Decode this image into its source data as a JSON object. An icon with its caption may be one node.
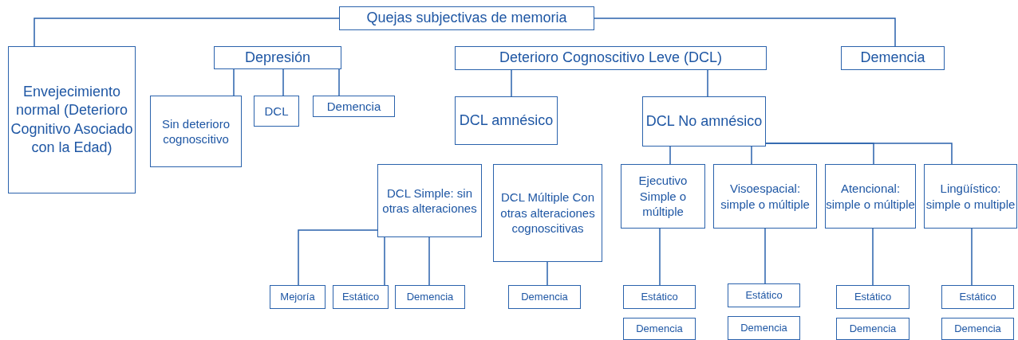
{
  "diagram": {
    "nodes": [
      {
        "text": [
          "Quejas subjectivas de memoria"
        ]
      },
      {
        "text": [
          "Envejecimiento normal (Deterioro Cognitivo Asociado con la Edad)"
        ]
      },
      {
        "text": [
          "Depresión"
        ]
      },
      {
        "text": [
          "Deterioro Cognoscitivo Leve (DCL)"
        ]
      },
      {
        "text": [
          "Demencia"
        ]
      },
      {
        "text": [
          "Sin deterioro cognoscitivo"
        ]
      },
      {
        "text": [
          "DCL"
        ]
      },
      {
        "text": [
          "Demencia"
        ]
      },
      {
        "text": [
          "DCL amnésico"
        ]
      },
      {
        "text": [
          "DCL No amnésico"
        ]
      },
      {
        "text": [
          "DCL Simple: sin otras alteraciones"
        ]
      },
      {
        "text": [
          "DCL Múltiple Con otras alteraciones cognoscitivas"
        ]
      },
      {
        "text": [
          "Ejecutivo Simple o múltiple"
        ]
      },
      {
        "text": [
          "Visoespacial: simple o múltiple"
        ]
      },
      {
        "text": [
          "Atencional: simple o múltiple"
        ]
      },
      {
        "text": [
          "Lingüístico: simple o multiple"
        ]
      },
      {
        "text": [
          "Mejoría"
        ]
      },
      {
        "text": [
          "Estático"
        ]
      },
      {
        "text": [
          "Demencia"
        ]
      },
      {
        "text": [
          "Demencia"
        ]
      },
      {
        "text": [
          "Estático"
        ]
      },
      {
        "text": [
          "Demencia"
        ]
      },
      {
        "text": [
          "Estático"
        ]
      },
      {
        "text": [
          "Demencia"
        ]
      },
      {
        "text": [
          "Estático"
        ]
      },
      {
        "text": [
          "Demencia"
        ]
      },
      {
        "text": [
          "Estático"
        ]
      },
      {
        "text": [
          "Demencia"
        ]
      }
    ],
    "edges": [
      {
        "from": 0,
        "to": 1,
        "arrow": "none"
      },
      {
        "from": 0,
        "to": 4,
        "arrow": "none"
      },
      {
        "from": 2,
        "to": 5,
        "arrow": "none"
      },
      {
        "from": 2,
        "to": 6,
        "arrow": "none"
      },
      {
        "from": 2,
        "to": 7,
        "arrow": "none"
      },
      {
        "from": 3,
        "to": 8,
        "arrow": "none"
      },
      {
        "from": 3,
        "to": 9,
        "arrow": "none"
      },
      {
        "from": 9,
        "to": 12,
        "arrow": "none"
      },
      {
        "from": 9,
        "to": 13,
        "arrow": "none"
      },
      {
        "from": 9,
        "to": 14,
        "arrow": "none"
      },
      {
        "from": 9,
        "to": 15,
        "arrow": "none"
      },
      {
        "from": 10,
        "to": 16,
        "arrow": "none"
      },
      {
        "from": 10,
        "to": 17,
        "arrow": "none"
      },
      {
        "from": 10,
        "to": 18,
        "arrow": "none"
      },
      {
        "from": 11,
        "to": 19,
        "arrow": "none"
      },
      {
        "from": 12,
        "to": 20,
        "arrow": "none"
      },
      {
        "from": 13,
        "to": 22,
        "arrow": "none"
      },
      {
        "from": 14,
        "to": 24,
        "arrow": "none"
      },
      {
        "from": 15,
        "to": 26,
        "arrow": "none"
      }
    ]
  }
}
